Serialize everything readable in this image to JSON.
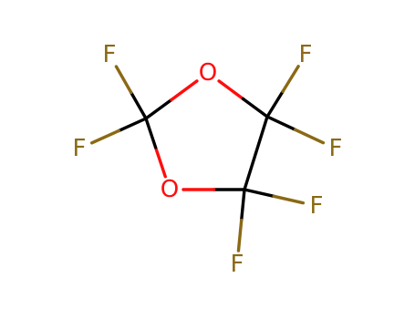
{
  "molecule": {
    "atoms": [
      {
        "id": "O1",
        "element": "O",
        "label": "O",
        "color": "#ff0d0d"
      },
      {
        "id": "O2",
        "element": "O",
        "label": "O",
        "color": "#ff0d0d"
      },
      {
        "id": "C1",
        "element": "C",
        "label": "",
        "color": "#000000"
      },
      {
        "id": "C2",
        "element": "C",
        "label": "",
        "color": "#000000"
      },
      {
        "id": "C3",
        "element": "C",
        "label": "",
        "color": "#000000"
      },
      {
        "id": "F1",
        "element": "F",
        "label": "F",
        "color": "#8b6914"
      },
      {
        "id": "F2",
        "element": "F",
        "label": "F",
        "color": "#8b6914"
      },
      {
        "id": "F3",
        "element": "F",
        "label": "F",
        "color": "#8b6914"
      },
      {
        "id": "F4",
        "element": "F",
        "label": "F",
        "color": "#8b6914"
      },
      {
        "id": "F5",
        "element": "F",
        "label": "F",
        "color": "#8b6914"
      },
      {
        "id": "F6",
        "element": "F",
        "label": "F",
        "color": "#8b6914"
      }
    ],
    "bonds": [
      {
        "from": "C1",
        "to": "O1"
      },
      {
        "from": "O1",
        "to": "C2"
      },
      {
        "from": "C2",
        "to": "C3"
      },
      {
        "from": "C3",
        "to": "O2"
      },
      {
        "from": "O2",
        "to": "C1"
      },
      {
        "from": "C1",
        "to": "F1"
      },
      {
        "from": "C1",
        "to": "F2"
      },
      {
        "from": "C2",
        "to": "F3"
      },
      {
        "from": "C2",
        "to": "F4"
      },
      {
        "from": "C3",
        "to": "F5"
      },
      {
        "from": "C3",
        "to": "F6"
      }
    ]
  }
}
